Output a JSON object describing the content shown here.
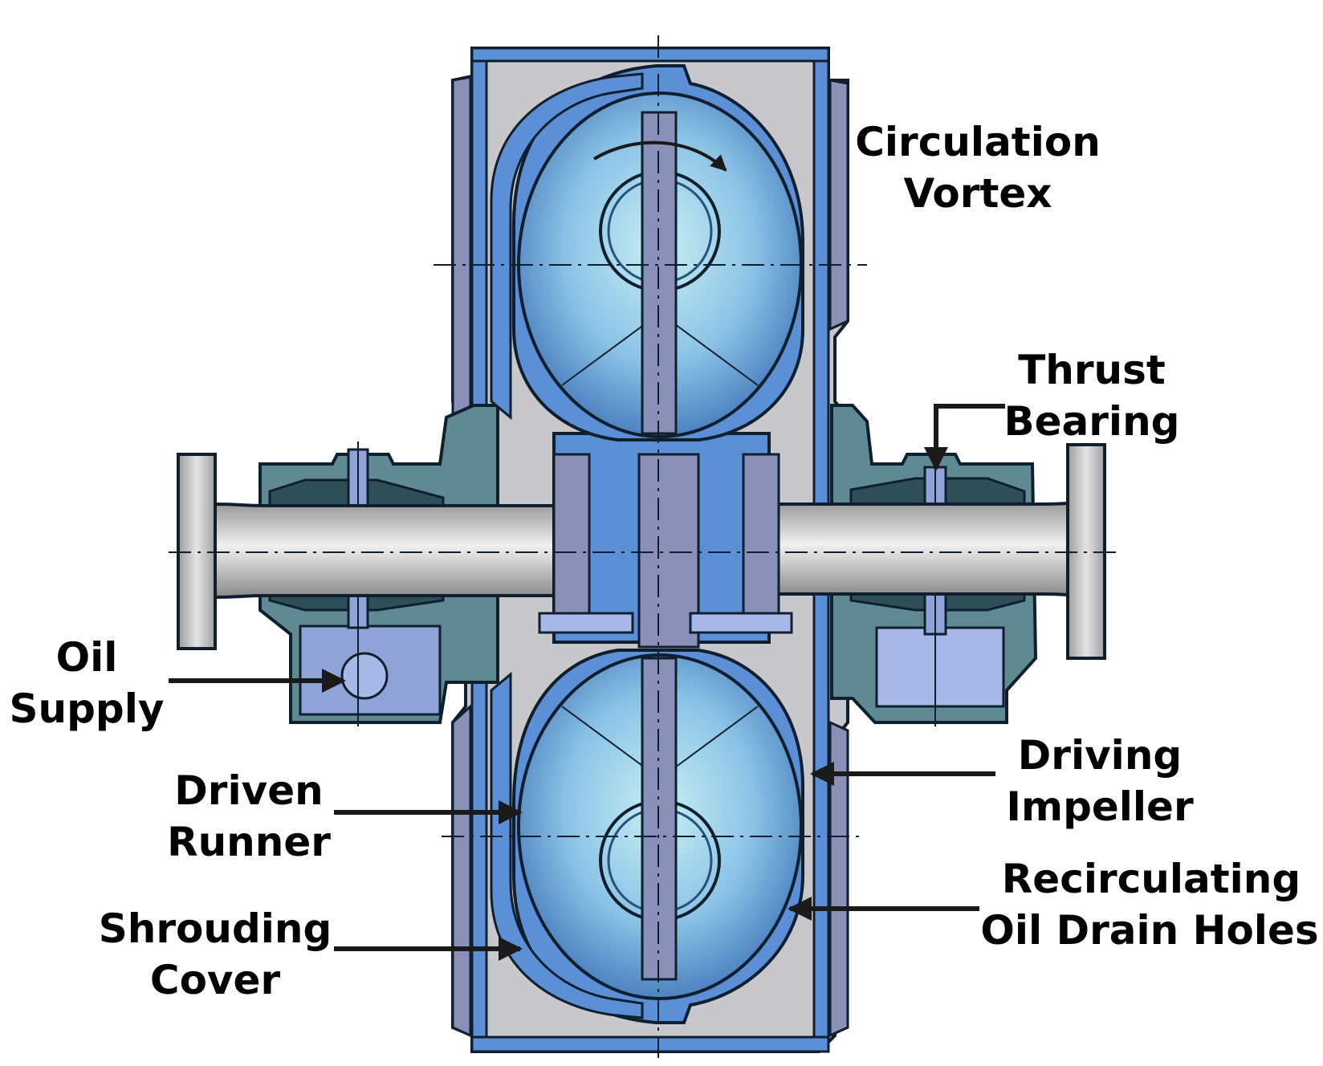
{
  "labels": {
    "circulation_vortex": [
      "Circulation",
      "Vortex"
    ],
    "thrust_bearing": [
      "Thrust",
      "Bearing"
    ],
    "oil_supply": [
      "Oil",
      "Supply"
    ],
    "driving_impeller": [
      "Driving",
      "Impeller"
    ],
    "driven_runner": [
      "Driven",
      "Runner"
    ],
    "recirculating_drain": [
      "Recirculating",
      "Oil Drain Holes"
    ],
    "shrouding_cover": [
      "Shrouding",
      "Cover"
    ]
  },
  "colors": {
    "outline": "#0f1f2e",
    "impeller_blue": "#5b8fd6",
    "fluid_light": "#b8e6ef",
    "fluid_mid": "#7fb3e0",
    "fluid_dark": "#3f74b8",
    "housing_grey": "#c8c8cc",
    "slate": "#8a90b8",
    "bearing_teal": "#5f8a92",
    "bearing_dark": "#2f4f58",
    "shaft_light": "#e6e6e6",
    "shaft_dark": "#8e8e8e"
  }
}
